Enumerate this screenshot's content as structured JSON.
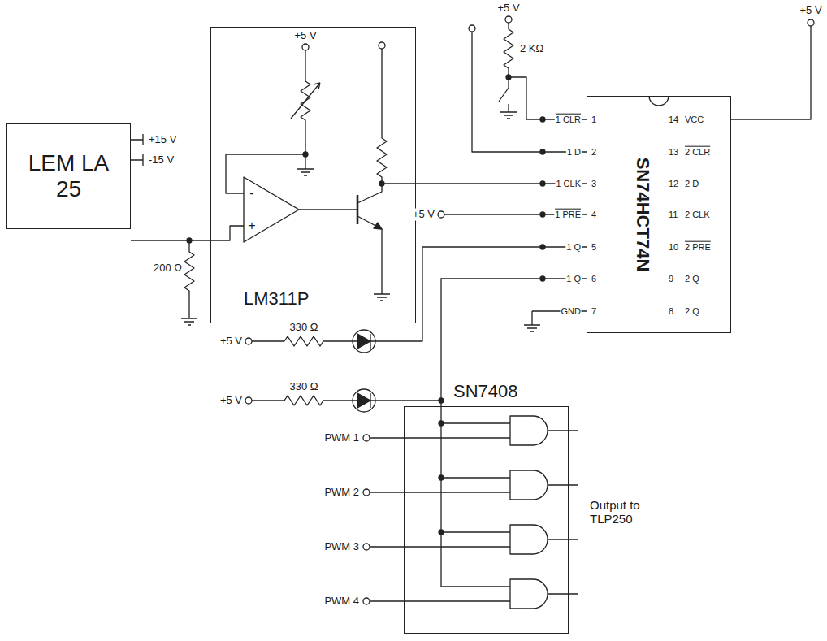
{
  "diagram": {
    "nodes": [
      {
        "text": [
          "LEM LA 25"
        ]
      },
      {
        "text": [
          "LM311P"
        ]
      },
      {
        "text": [
          "SN74HCT74N"
        ]
      },
      {
        "text": [
          "SN7408"
        ]
      }
    ],
    "edges": [
      {
        "from": 0,
        "to": 1,
        "arrow": "none"
      },
      {
        "from": 1,
        "to": 2,
        "arrow": "none"
      },
      {
        "from": 2,
        "to": 3,
        "arrow": "none"
      }
    ],
    "labels": [
      "+15 V",
      "-15 V",
      "200 Ω",
      "+5 V",
      "-",
      "+",
      "+5 V",
      "2 KΩ",
      "+5 V",
      "+5 V",
      "+5 V",
      "330 Ω",
      "+5 V",
      "330 Ω",
      "1 CLR",
      "1",
      "1 D",
      "2",
      "1 CLK",
      "3",
      "1 PRE",
      "4",
      "1 Q",
      "5",
      "1 Q",
      "6",
      "GND",
      "7",
      "14",
      "VCC",
      "13",
      "2 CLR",
      "12",
      "2 D",
      "11",
      "2 CLK",
      "10",
      "2 PRE",
      "9",
      "2 Q",
      "8",
      "2 Q",
      "PWM 1",
      "PWM 2",
      "PWM 3",
      "PWM 4",
      "Output to TLP250"
    ]
  }
}
